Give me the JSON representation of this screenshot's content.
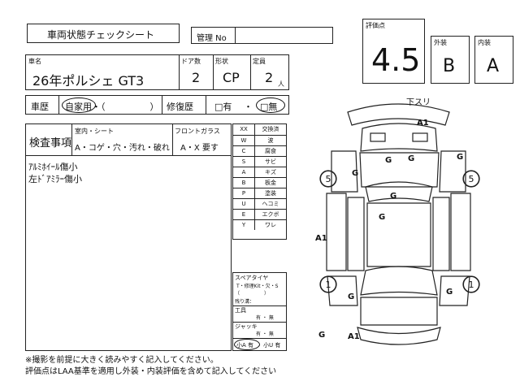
{
  "header": {
    "sheet_title": "車両状態チェックシート",
    "management_label": "管理 No",
    "management_value": ""
  },
  "score": {
    "label": "評価点",
    "value": "4.5",
    "exterior_label": "外装",
    "exterior_value": "B",
    "interior_label": "内装",
    "interior_value": "A"
  },
  "vehicle": {
    "name_label": "車名",
    "name_value": "26年ポルシェ GT3",
    "doors_label": "ドア数",
    "doors_value": "2",
    "shape_label": "形状",
    "shape_value": "CP",
    "capacity_label": "定員",
    "capacity_value": "2",
    "capacity_unit": "人"
  },
  "history": {
    "label": "車歴",
    "value": "自家用・（　　　　　）",
    "repair_label": "修復歴",
    "repair_yes": "□有",
    "repair_sep": "・",
    "repair_no": "□無"
  },
  "inspection": {
    "label": "検査事項",
    "interior_seat_label": "室内・シート",
    "interior_seat_value": "A・コゲ・穴・汚れ・破れ",
    "front_glass_label": "フロントガラス",
    "front_glass_value": "A・X 要す",
    "notes_line1": "ｱﾙﾐﾎｲｰﾙ傷小",
    "notes_line2": "左ﾄﾞｱﾐﾗｰ傷小"
  },
  "legend": {
    "header_code": "XX",
    "header_desc": "交換済",
    "rows": [
      {
        "code": "W",
        "desc": "波"
      },
      {
        "code": "C",
        "desc": "腐食"
      },
      {
        "code": "S",
        "desc": "サビ"
      },
      {
        "code": "A",
        "desc": "キズ"
      },
      {
        "code": "B",
        "desc": "板金"
      },
      {
        "code": "P",
        "desc": "塗装"
      },
      {
        "code": "U",
        "desc": "ヘコミ"
      },
      {
        "code": "E",
        "desc": "エクボ"
      },
      {
        "code": "Y",
        "desc": "ワレ"
      }
    ]
  },
  "equipment": {
    "spare_tire_label": "スペアタイヤ",
    "spare_tire_options": "T・修理Kit・欠・S",
    "spare_tire_paren": "（　　　　　）",
    "remaining_label": "残り溝：",
    "tools_label": "工具",
    "tools_options": "有 ・ 無",
    "jack_label": "ジャッキ",
    "jack_options": "有 ・ 無",
    "size_large": "小A 有",
    "size_small": "小U 有"
  },
  "diagram": {
    "top_label": "下スリ",
    "marks": {
      "a1_top": "A1",
      "a1_left": "A1",
      "a1_bottom": "A1",
      "g": "G",
      "tire_5": "5",
      "tire_1": "1"
    }
  },
  "footer": {
    "line1": "※撮影を前提に大きく読みやすく記入してください。",
    "line2": "評価点はLAA基準を適用し外装・内装評価を含めて記入してください"
  }
}
